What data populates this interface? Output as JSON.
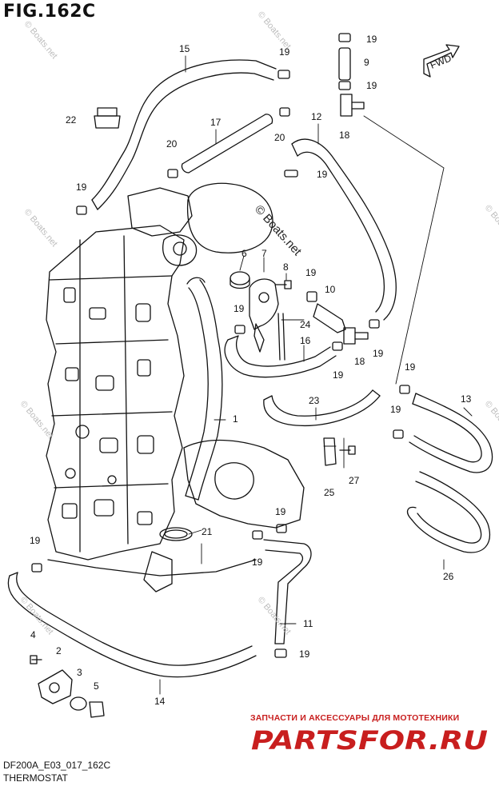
{
  "figure": {
    "title": "FIG.162C",
    "model_code": "DF200A_E03_017_162C",
    "section_name": "THERMOSTAT"
  },
  "fwd_label": "FWD",
  "watermarks": {
    "small": "© Boats.net",
    "center": "© Boats.net"
  },
  "banner": {
    "tagline": "ЗАПЧАСТИ И АКСЕССУАРЫ ДЛЯ МОТОТЕХНИКИ",
    "logo_text": "PARTSFOR.RU"
  },
  "callouts": {
    "c1": "1",
    "c2": "2",
    "c3": "3",
    "c4": "4",
    "c5": "5",
    "c6": "6",
    "c7": "7",
    "c8": "8",
    "c9": "9",
    "c10": "10",
    "c11": "11",
    "c12": "12",
    "c13": "13",
    "c14": "14",
    "c15": "15",
    "c16": "16",
    "c17": "17",
    "c18a": "18",
    "c18b": "18",
    "c19a": "19",
    "c19b": "19",
    "c19c": "19",
    "c19d": "19",
    "c19e": "19",
    "c19f": "19",
    "c19g": "19",
    "c19h": "19",
    "c19i": "19",
    "c19j": "19",
    "c19k": "19",
    "c19l": "19",
    "c19m": "19",
    "c19n": "19",
    "c20a": "20",
    "c20b": "20",
    "c21": "21",
    "c22": "22",
    "c23": "23",
    "c24": "24",
    "c25": "25",
    "c26": "26",
    "c27": "27"
  },
  "colors": {
    "line": "#111111",
    "brand_red": "#c81e1e",
    "watermark": "#bdbdbd"
  }
}
